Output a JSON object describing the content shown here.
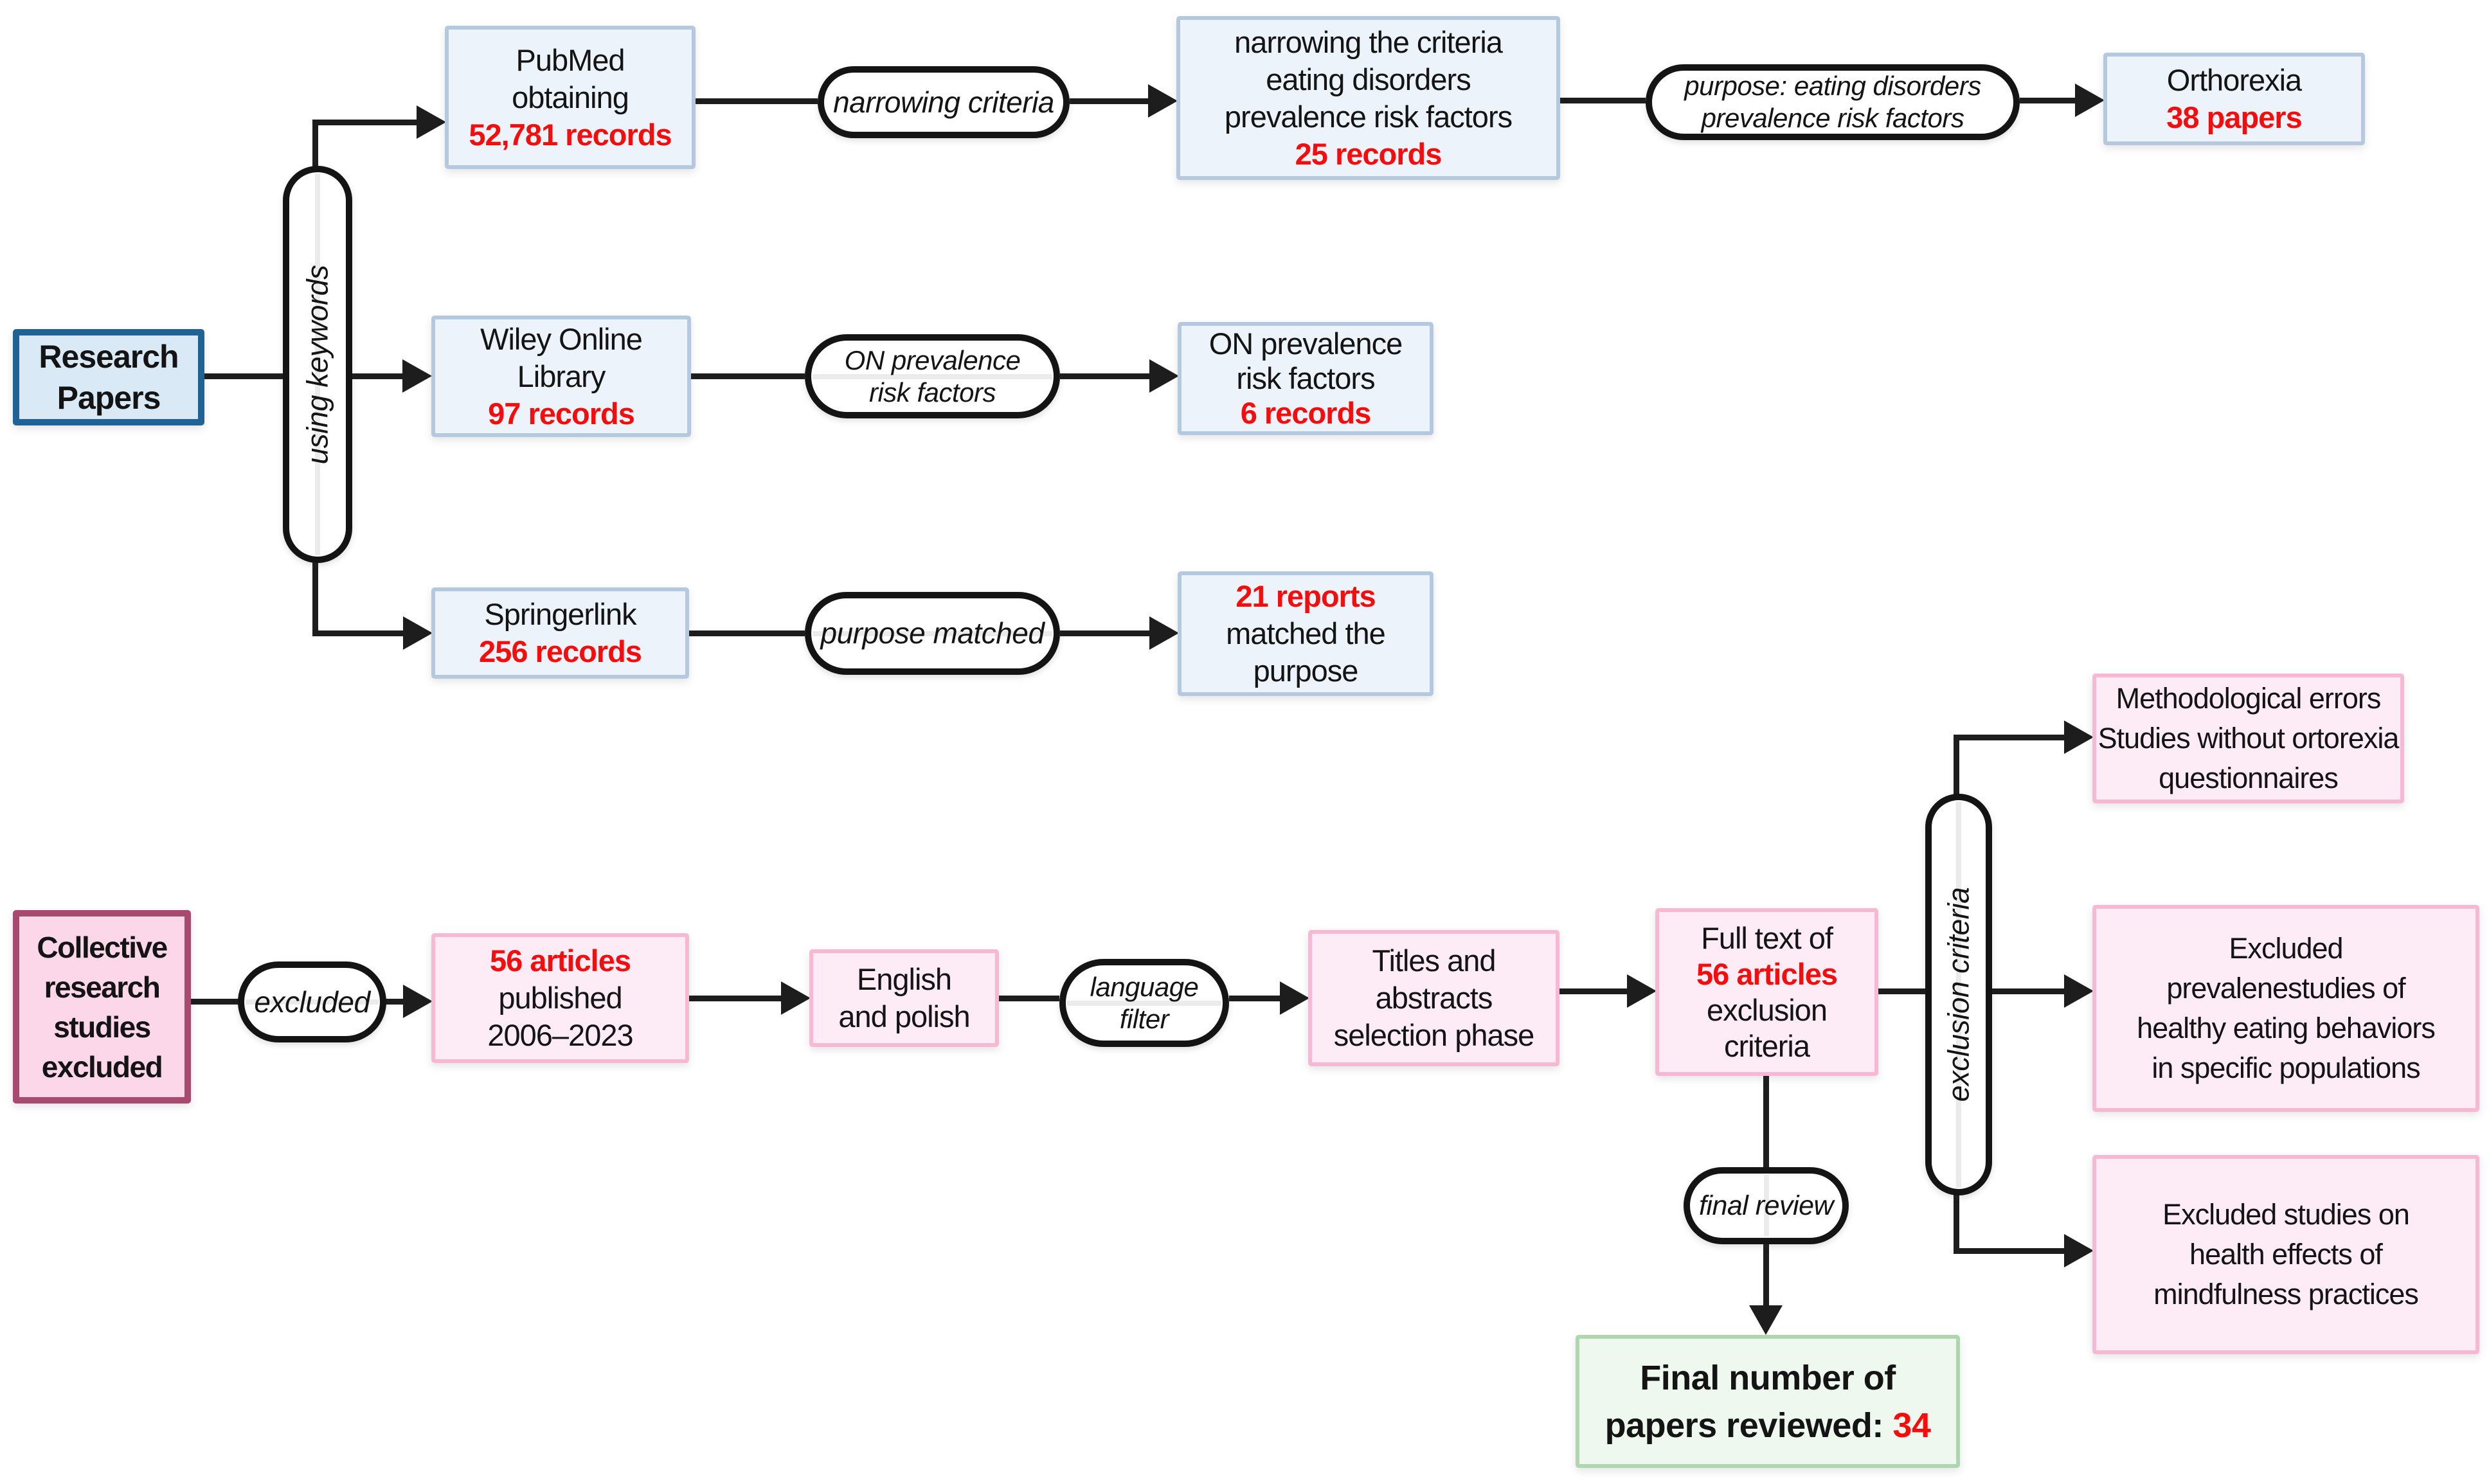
{
  "colors": {
    "line": "#1d1d1d",
    "accent_red": "#f50d0d",
    "blue_fill": "#ecf3fa",
    "blue_border": "#b4c9e0",
    "blue_strong_fill": "#d9eaf6",
    "blue_strong_border": "#216294",
    "pink_fill": "#fdecf5",
    "pink_border": "#f6b8d2",
    "pink_strong_fill": "#fbd7e9",
    "pink_strong_border": "#a84a70",
    "green_fill": "#eff8ef",
    "green_border": "#afd7af"
  },
  "nodes": {
    "research_papers": {
      "line1": "Research",
      "line2": "Papers"
    },
    "using_keywords_pill": {
      "label": "using keywords"
    },
    "pubmed": {
      "line1": "PubMed",
      "line2": "obtaining",
      "count": "52,781 records"
    },
    "narrowing_criteria_pill": {
      "label": "narrowing criteria"
    },
    "narrowing_criteria_box": {
      "line1": "narrowing the criteria",
      "line2": "eating disorders",
      "line3": "prevalence risk factors",
      "count": "25 records"
    },
    "purpose_pill": {
      "line1": "purpose: eating disorders",
      "line2": "prevalence risk factors"
    },
    "orthorexia": {
      "line1": "Orthorexia",
      "count": "38 papers"
    },
    "wiley": {
      "line1": "Wiley Online",
      "line2": "Library",
      "count": "97 records"
    },
    "on_prevalence_pill": {
      "line1": "ON prevalence",
      "line2": "risk factors"
    },
    "on_prevalence_box": {
      "line1": "ON prevalence",
      "line2": "risk factors",
      "count": "6 records"
    },
    "springerlink": {
      "line1": "Springerlink",
      "count": "256 records"
    },
    "purpose_matched_pill": {
      "label": "purpose matched"
    },
    "reports_box": {
      "count": "21 reports",
      "line2": "matched the",
      "line3": "purpose"
    },
    "collective": {
      "line1": "Collective",
      "line2": "research",
      "line3": "studies",
      "line4": "excluded"
    },
    "excluded_pill": {
      "label": "excluded"
    },
    "articles_56": {
      "count": "56 articles",
      "line2": "published",
      "line3": "2006–2023"
    },
    "english": {
      "line1": "English",
      "line2": "and polish"
    },
    "language_pill": {
      "line1": "language",
      "line2": "filter"
    },
    "titles": {
      "line1": "Titles and",
      "line2": "abstracts",
      "line3": "selection phase"
    },
    "full_text": {
      "line1": "Full text of",
      "count": "56 articles",
      "line3": "exclusion",
      "line4": "criteria"
    },
    "exclusion_pill": {
      "label": "exclusion criteria"
    },
    "final_review_pill": {
      "label": "final review"
    },
    "exclusion_box_1": {
      "line1": "Methodological errors",
      "line2": "Studies without ortorexia",
      "line3": "questionnaires"
    },
    "exclusion_box_2": {
      "line1": "Excluded",
      "line2": "prevalenestudies of",
      "line3": "healthy eating behaviors",
      "line4": "in specific populations"
    },
    "exclusion_box_3": {
      "line1": "Excluded studies on",
      "line2": "health effects of",
      "line3": "mindfulness practices"
    },
    "final_box": {
      "line1": "Final number of",
      "line2_label": "papers reviewed: ",
      "count": "34"
    }
  }
}
